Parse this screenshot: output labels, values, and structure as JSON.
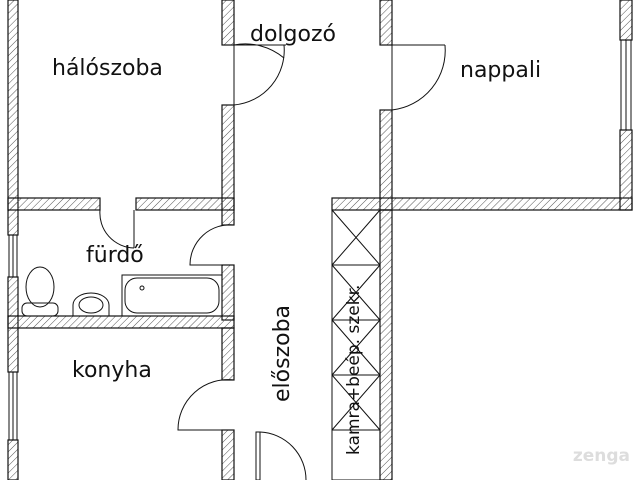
{
  "rooms": {
    "bedroom": "hálószoba",
    "study": "dolgozó",
    "living": "nappali",
    "bathroom": "fürdő",
    "kitchen": "konyha",
    "hall": "előszoba",
    "pantry": "kamra+beép. szekr."
  },
  "watermark": "zenga",
  "colors": {
    "wall": "#111111",
    "hatch": "#555555"
  }
}
